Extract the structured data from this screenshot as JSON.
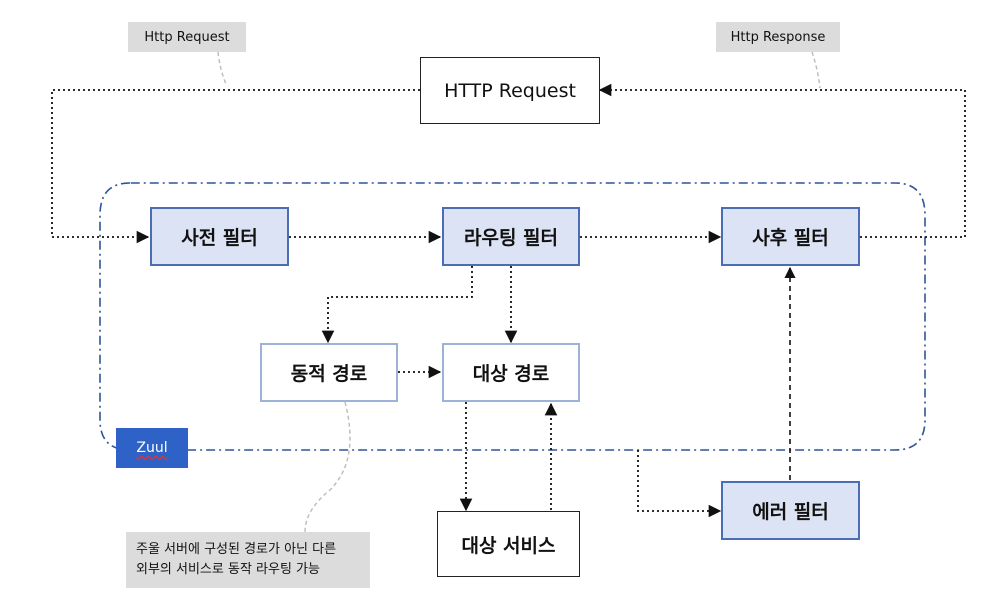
{
  "notes": {
    "http_request": "Http Request",
    "http_response": "Http Response",
    "external_routing_line1": "주울 서버에 구성된 경로가 아닌 다른",
    "external_routing_line2": "외부의 서비스로 동작 라우팅 가능"
  },
  "nodes": {
    "http_request": "HTTP Request",
    "pre_filter": "사전 필터",
    "routing_filter": "라우팅 필터",
    "post_filter": "사후 필터",
    "dynamic_route": "동적 경로",
    "target_route": "대상 경로",
    "target_service": "대상 서비스",
    "error_filter": "에러 필터"
  },
  "zuul_label": "Zuul",
  "colors": {
    "filter_fill": "#dbe3f4",
    "filter_border": "#4a6db5",
    "route_border": "#9cb2d8",
    "zuul_boundary": "#2f5597",
    "zuul_tag": "#2f62c7",
    "note_fill": "#dcdcdc"
  }
}
